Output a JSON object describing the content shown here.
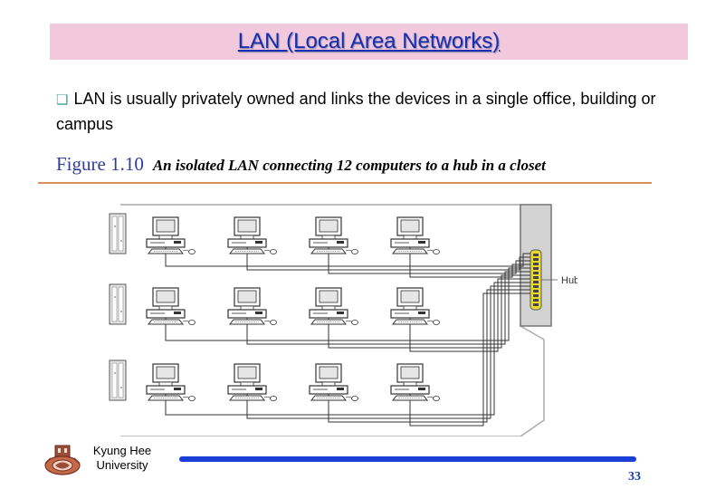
{
  "slide": {
    "title": "LAN (Local Area Networks)",
    "bullet_icon": "checkbox-bullet-icon",
    "bullet_text": "LAN is usually privately owned and links the devices in a single office, building or campus"
  },
  "figure": {
    "number": "Figure 1.10",
    "caption": "An isolated LAN connecting 12 computers to a hub in a closet",
    "hub_label": "Hub",
    "computer_count": 12,
    "computer_rows": 3,
    "computers_per_row": 4
  },
  "footer": {
    "university": "Kyung Hee University",
    "page_number": "33"
  },
  "colors": {
    "title_background": "#f2c8dc",
    "title_text": "#1a2fb0",
    "figure_number": "#2f3d9a",
    "rule": "#d89060",
    "footer_bar": "#1a3fd6",
    "hub_ports": "#e8d830"
  }
}
